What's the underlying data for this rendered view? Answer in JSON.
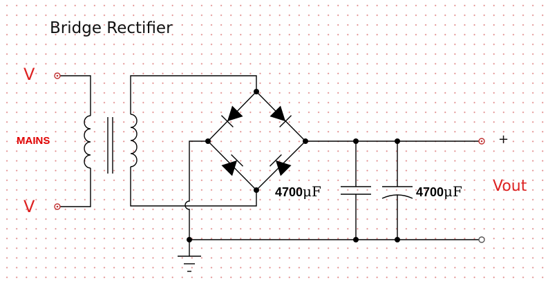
{
  "title": "Bridge Rectifier",
  "input": {
    "terminal_top_label": "V",
    "terminal_bottom_label": "V",
    "source_label": "MAINS"
  },
  "capacitors": [
    {
      "value": "4700",
      "unit": "μF"
    },
    {
      "value": "4700",
      "unit": "μF"
    }
  ],
  "output": {
    "positive_label": "+",
    "label": "Vout"
  },
  "colors": {
    "wire": "#000000",
    "label_red": "#dd2222",
    "mains_red": "#e00000",
    "grid_dot": "#e08a8a",
    "terminal": "#c03030"
  }
}
